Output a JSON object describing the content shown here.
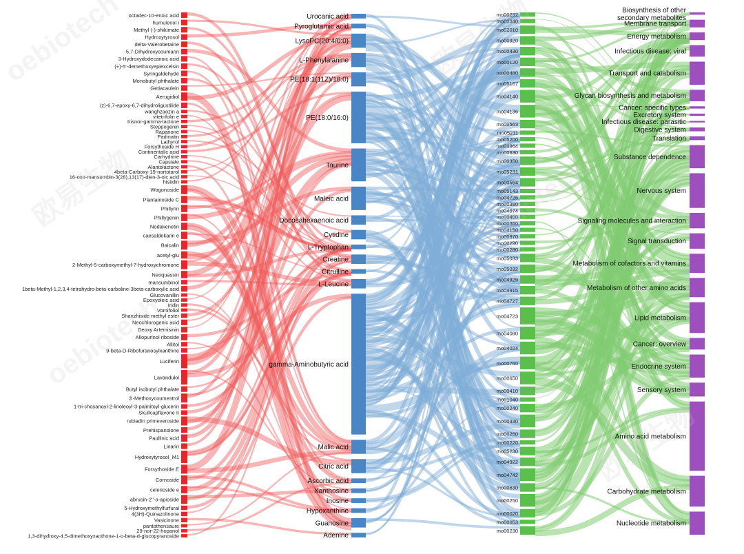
{
  "colors": {
    "col1": "#e8262a",
    "col2": "#4a86c5",
    "col3": "#5bbf4b",
    "col4": "#9d4fbe",
    "link1": "#ef5a5a",
    "link2": "#7fadd8",
    "link3": "#82cc72"
  },
  "columns": [
    {
      "id": "col1",
      "nodes": [
        "octadec-10-enoic acid",
        "humulenol i",
        "Methyl (-)-shikimate",
        "Hydroxytyrosol",
        "delta-Valerobetaine",
        "5,7-Dihydroxycoumarin",
        "3-Hydroxydodecanoic acid",
        "(+)-5'-demethoxyepiexcelsin",
        "Syringaldehyde",
        "Monobutyl phthalate",
        "Getiacaulein",
        "Aerugidiol",
        "(z)-6,7-epoxy-6,7-dihydroligustilide",
        "wanghzaozin a",
        "vitetrifolin e",
        "trisnor-gamma-lactone",
        "Steppogenin",
        "Rapanone",
        "Padmatin",
        "Lathyrol",
        "Forsythoside H",
        "Continentalic acid",
        "Carhydrine",
        "Capsiate",
        "Alantolactone",
        "4beta-Carboxy-19-nortotarol",
        "16-oxo-mansumbin-3(28),13(17)-dien-3-oic acid",
        "histidin",
        "Wogonoside",
        "Plantainoside C",
        "Phillyrin",
        "Phillygenin",
        "Nodakenetin",
        "caesaldekarin e",
        "Baicalin",
        "acetyl-glu",
        "2-Methyl-5-carboxymethyl-7-hydroxychromone",
        "Neoquassin",
        "mansumbinol",
        "1beta-Methyl-1,2,3,4-tetrahydro-beta-carboline-3beta-carboxylic acid",
        "Glucovanillin",
        "Epoxyoleic acid",
        "Iridin",
        "Vomifoliol",
        "Shanzhiside methyl ester",
        "Neochlorogenic acid",
        "Deoxy Artemisinin",
        "Allopurinol riboside",
        "Allitol",
        "9-beta-D-Ribofuranosylxanthine",
        "Luciferin",
        "Lavandulol",
        "Butyl isobutyl phthalate",
        "3'-Methoxycoumestrol",
        "1-tri-chosanoyl-2-linoleoyl-3-palmitoyl-glucerin",
        "Skullcapflavone II",
        "rubiadin primeveroside",
        "Prehispanolone",
        "Paullinic acid",
        "Linarin",
        "Hydroxytyrosol_M1",
        "Forsythoside E",
        "Cornoside",
        "celerioside e",
        "abrusin-2''-o-apioside",
        "5-Hydroxymethylfurfural",
        "4(3H)-Quinazolinone",
        "Vasicinone",
        "pantothensaure",
        "29-nor-22-hopanol",
        "1,3-dihydroxy-4,5-dimethoxyxanthone-1-o-beta-d-glucopyranoside"
      ],
      "weights": [
        1,
        1,
        1,
        1,
        1,
        1,
        1,
        1,
        1,
        1,
        1,
        1.5,
        1,
        0.6,
        0.6,
        0.6,
        0.6,
        0.6,
        0.6,
        0.6,
        0.6,
        0.6,
        0.6,
        0.6,
        0.6,
        0.6,
        0.6,
        0.6,
        1.6,
        1.3,
        1.3,
        1.3,
        1.3,
        1.3,
        1.6,
        1.3,
        1.6,
        1.3,
        0.8,
        1,
        0.6,
        0.6,
        0.6,
        0.6,
        0.8,
        1,
        1,
        1.1,
        0.8,
        0.8,
        2.5,
        2.6,
        1,
        1.6,
        0.8,
        0.8,
        1.6,
        1,
        1.3,
        1,
        2.2,
        1.6,
        1.6,
        1.3,
        1.6,
        0.8,
        0.8,
        0.8,
        0.6,
        0.6,
        0.6
      ]
    },
    {
      "id": "col2",
      "nodes": [
        "Urocanic acid",
        "Pyroglutamic acid",
        "LysoPC(20:4/0:0)",
        "L-Phenylalanine",
        "PE(18:1(11Z)/18:0)",
        "PE(18:0/16:0)",
        "Taurine",
        "Maleic acid",
        "Docosahexaenoic acid",
        "Cytidine",
        "L-Tryptophan",
        "Creatine",
        "Citrulline",
        "L-Leucine",
        "gamma-Aminobutyric acid",
        "Malic acid",
        "Citric acid",
        "Ascorbic acid",
        "Xanthosine",
        "Inosine",
        "Hypoxanthine",
        "Guanosine",
        "Adenine"
      ],
      "weights": [
        1,
        1,
        3,
        3,
        3,
        11,
        7,
        5,
        2,
        2,
        1,
        2,
        1,
        2,
        30,
        3,
        3,
        1,
        1,
        1,
        1,
        2,
        1
      ]
    },
    {
      "id": "col3",
      "nodes": [
        "mo00232",
        "mo00340",
        "mo02010",
        "mo00920",
        "mo00430",
        "mo00120",
        "mo00480",
        "mo05167",
        "mo04140",
        "mo04136",
        "mo00563",
        "mo05211",
        "mo05200",
        "mo04964",
        "mo00630",
        "mo00350",
        "mo05231",
        "mo00564",
        "mo05143",
        "mo04726",
        "mo00380",
        "mo04974",
        "mo00400",
        "mo00360",
        "mo04150",
        "mo00970",
        "mo00290",
        "mo00280",
        "mo05033",
        "mo05032",
        "mo04929",
        "mo04915",
        "mo04727",
        "mo04723",
        "mo04080",
        "mo04024",
        "mo00760",
        "mo00650",
        "mo00410",
        "mo01040",
        "mo00240",
        "mo00330",
        "mo00260",
        "mo00220",
        "mo05230",
        "mo04922",
        "mo04742",
        "mo00630",
        "mo00250",
        "mo00020",
        "mo00053",
        "mo00230"
      ],
      "weights": [
        1,
        1,
        2,
        2,
        2,
        2,
        2,
        2,
        3,
        3,
        2,
        1,
        1,
        1,
        1,
        2,
        2,
        2,
        1,
        1,
        1,
        1,
        1,
        1,
        1,
        1,
        1,
        1,
        2,
        2,
        2,
        2,
        2,
        4,
        3,
        3,
        3,
        3,
        2,
        1,
        2,
        3,
        2,
        1,
        2,
        2,
        3,
        2,
        3,
        2,
        1,
        2
      ]
    },
    {
      "id": "col4",
      "nodes": [
        "Biosynthesis of other secondary metabolites",
        "Membrane transport",
        "Energy metabolism",
        "Infectious disease: viral",
        "Transport and catabolism",
        "Glycan biosynthesis and metabolism",
        "Cancer: specific types",
        "Excretory system",
        "Infectious disease: parasitic",
        "Digestive system",
        "Translation",
        "Substance dependence",
        "Nervous system",
        "Signaling molecules and interaction",
        "Signal transduction",
        "Metabolism of cofactors and vitamins",
        "Metabolism of other amino acids",
        "Lipid metabolism",
        "Cancer: overview",
        "Endocrine system",
        "Sensory system",
        "Amino acid metabolism",
        "Carbohydrate metabolism",
        "Nucleotide metabolism"
      ],
      "weights": [
        0.3,
        1,
        1,
        1.5,
        3,
        1.5,
        0.3,
        0.3,
        0.2,
        0.5,
        0.5,
        3,
        4.5,
        2,
        2,
        2.5,
        2.5,
        4,
        1.5,
        3,
        1.8,
        9,
        4,
        3
      ]
    }
  ],
  "watermarks": [
    "oebiotech",
    "欧易生物",
    "oebiotech",
    "欧易生物",
    "oebiotech",
    "欧易生物"
  ]
}
